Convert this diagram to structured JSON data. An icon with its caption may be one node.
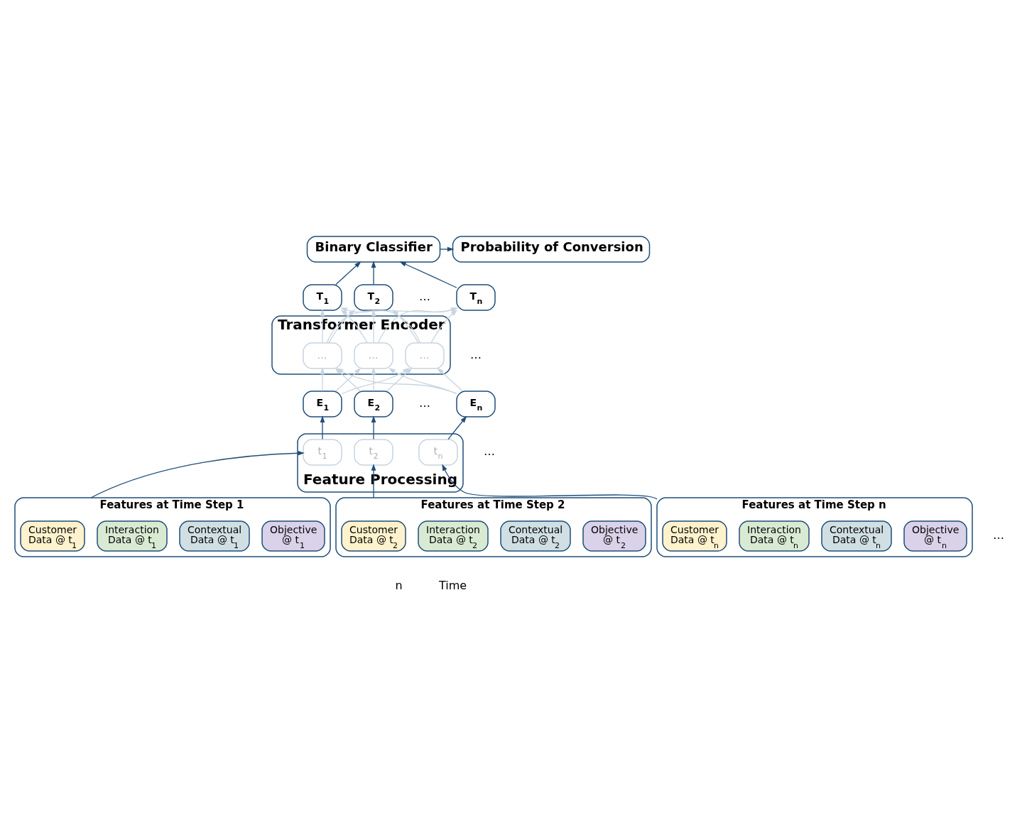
{
  "diagram": {
    "nodes": [
      {
        "text": [
          "Binary Classifier"
        ]
      },
      {
        "text": [
          "Probability of Conversion"
        ]
      },
      {
        "text": [
          "T$_{1}$"
        ]
      },
      {
        "text": [
          "T$_{2}$"
        ]
      },
      {
        "text": [
          "T$_{n}$"
        ]
      },
      {
        "text": [
          "Transformer Encoder"
        ]
      },
      {
        "text": [
          "…"
        ],
        "in": 5
      },
      {
        "text": [
          "…"
        ],
        "in": 5
      },
      {
        "text": [
          "…"
        ],
        "in": 5
      },
      {
        "text": [
          "E$_{1}$"
        ]
      },
      {
        "text": [
          "E$_{2}$"
        ]
      },
      {
        "text": [
          "E$_{n}$"
        ]
      },
      {
        "text": [
          "Feature Processing"
        ]
      },
      {
        "text": [
          "t$_{1}$"
        ],
        "in": 12
      },
      {
        "text": [
          "t$_{2}$"
        ],
        "in": 12
      },
      {
        "text": [
          "t$_{n}$"
        ],
        "in": 12
      },
      {
        "text": [
          "Features at Time Step 1"
        ]
      },
      {
        "text": [
          "Customer Data @ t$_{1}$"
        ],
        "in": 16
      },
      {
        "text": [
          "Interaction Data @ t$_{1}$"
        ],
        "in": 16
      },
      {
        "text": [
          "Contextual Data @ t$_{1}$"
        ],
        "in": 16
      },
      {
        "text": [
          "Objective @ t$_{1}$"
        ],
        "in": 16
      },
      {
        "text": [
          "Features at Time Step 2"
        ]
      },
      {
        "text": [
          "Customer Data @ t$_{2}$"
        ],
        "in": 21
      },
      {
        "text": [
          "Interaction Data @ t$_{2}$"
        ],
        "in": 21
      },
      {
        "text": [
          "Contextual Data @ t$_{2}$"
        ],
        "in": 21
      },
      {
        "text": [
          "Objective @ t$_{2}$"
        ],
        "in": 21
      },
      {
        "text": [
          "Features at Time Step n"
        ]
      },
      {
        "text": [
          "Customer Data @ t$_{n}$"
        ],
        "in": 26
      },
      {
        "text": [
          "Interaction Data @ t$_{n}$"
        ],
        "in": 26
      },
      {
        "text": [
          "Contextual Data @ t$_{n}$"
        ],
        "in": 26
      },
      {
        "text": [
          "Objective @ t$_{n}$"
        ],
        "in": 26
      }
    ],
    "edges": [
      {
        "from": 0,
        "to": 1,
        "arrow": "to",
        "color": "#1f4e79"
      },
      {
        "from": 2,
        "to": 0,
        "arrow": "to",
        "color": "#1f4e79"
      },
      {
        "from": 3,
        "to": 0,
        "arrow": "to",
        "color": "#1f4e79"
      },
      {
        "from": 4,
        "to": 0,
        "arrow": "to",
        "color": "#1f4e79"
      },
      {
        "from": 6,
        "to": 2,
        "arrow": "to"
      },
      {
        "from": 6,
        "to": 3,
        "arrow": "to"
      },
      {
        "from": 6,
        "to": 4,
        "arrow": "to"
      },
      {
        "from": 7,
        "to": 2,
        "arrow": "to"
      },
      {
        "from": 7,
        "to": 3,
        "arrow": "to"
      },
      {
        "from": 7,
        "to": 4,
        "arrow": "to"
      },
      {
        "from": 8,
        "to": 2,
        "arrow": "to"
      },
      {
        "from": 8,
        "to": 3,
        "arrow": "to"
      },
      {
        "from": 8,
        "to": 4,
        "arrow": "to"
      },
      {
        "from": 9,
        "to": 6,
        "arrow": "to"
      },
      {
        "from": 9,
        "to": 7,
        "arrow": "to"
      },
      {
        "from": 9,
        "to": 8,
        "arrow": "to"
      },
      {
        "from": 10,
        "to": 6,
        "arrow": "to"
      },
      {
        "from": 10,
        "to": 7,
        "arrow": "to"
      },
      {
        "from": 10,
        "to": 8,
        "arrow": "to"
      },
      {
        "from": 11,
        "to": 6,
        "arrow": "to"
      },
      {
        "from": 11,
        "to": 7,
        "arrow": "to"
      },
      {
        "from": 11,
        "to": 8,
        "arrow": "to"
      },
      {
        "from": 13,
        "to": 9,
        "arrow": "to",
        "color": "#1f4e79"
      },
      {
        "from": 14,
        "to": 10,
        "arrow": "to",
        "color": "#1f4e79"
      },
      {
        "from": 15,
        "to": 11,
        "arrow": "to",
        "color": "#1f4e79"
      },
      {
        "from": 16,
        "to": 13,
        "arrow": "to",
        "color": "#1f4e79"
      },
      {
        "from": 21,
        "to": 14,
        "arrow": "to",
        "color": "#1f4e79"
      },
      {
        "from": 26,
        "to": 15,
        "arrow": "to",
        "color": "#1f4e79"
      }
    ],
    "labels": [
      "…",
      "…",
      "…",
      "…",
      "…",
      "Time",
      "n"
    ]
  }
}
